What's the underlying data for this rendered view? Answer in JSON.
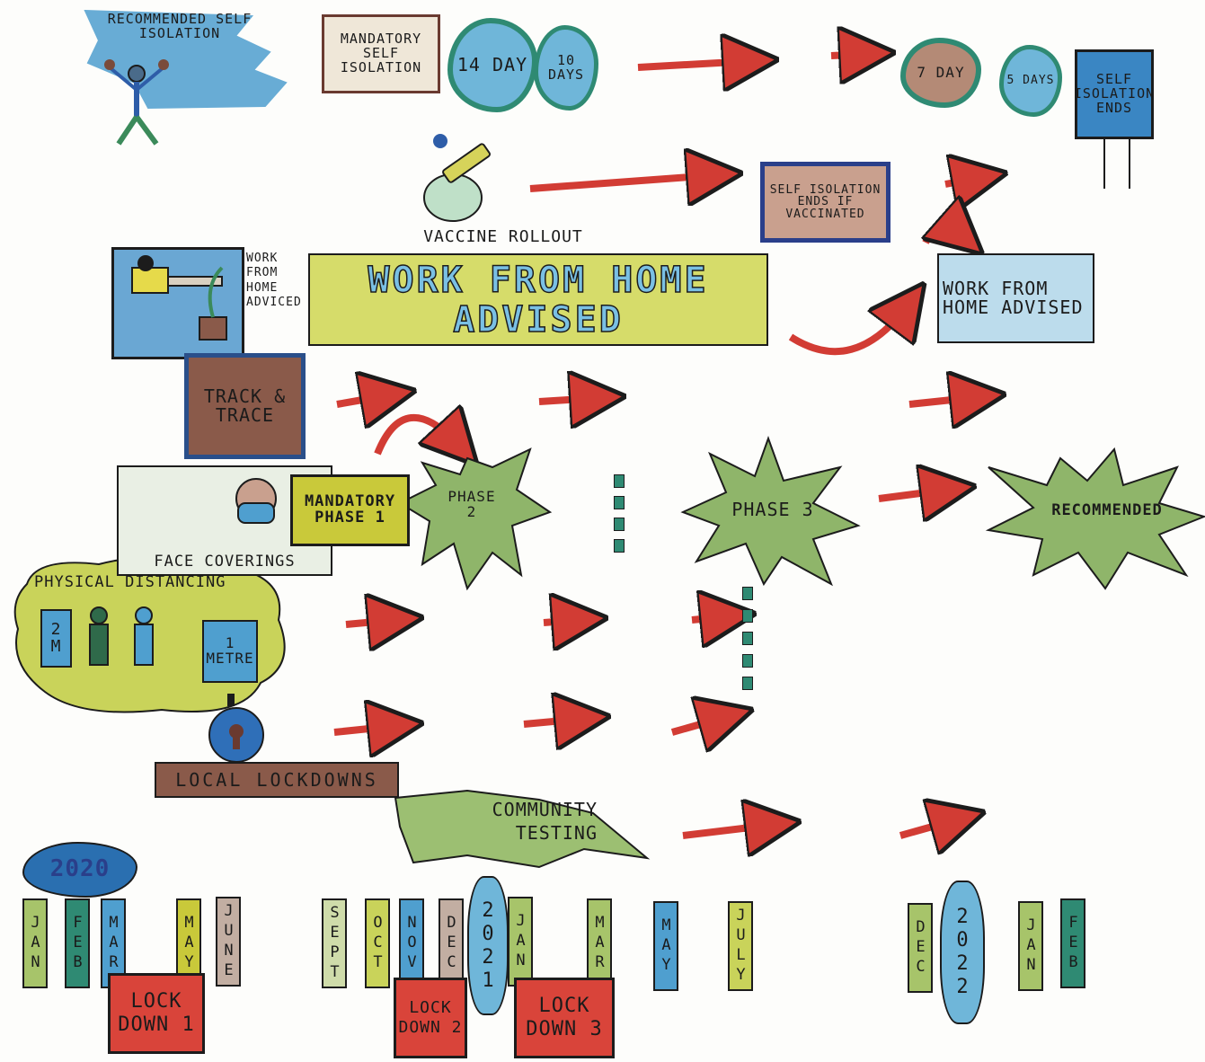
{
  "self_isolation": {
    "recommended": "RECOMMENDED SELF ISOLATION",
    "mandatory": "MANDATORY SELF ISOLATION",
    "day14": "14 DAY",
    "day10": "10 DAYS",
    "day7": "7 DAY",
    "day5": "5 DAYS",
    "ends": "SELF ISOLATION ENDS",
    "ends_if_vaccinated": "SELF ISOLATION ENDS IF VACCINATED"
  },
  "vaccine": {
    "label": "VACCINE ROLLOUT"
  },
  "work_from_home": {
    "small_label": "WORK FROM HOME ADVICED",
    "banner": "WORK FROM HOME ADVISED",
    "later": "WORK FROM HOME ADVISED"
  },
  "track_trace": {
    "label": "TRACK & TRACE"
  },
  "face_coverings": {
    "label": "FACE COVERINGS",
    "mandatory_phase1": "MANDATORY PHASE 1",
    "phase2": "PHASE 2",
    "phase3": "PHASE 3",
    "recommended": "RECOMMENDED"
  },
  "distancing": {
    "label": "PHYSICAL DISTANCING",
    "two_m": "2 M",
    "one_metre": "1 METRE"
  },
  "local_lockdowns": {
    "label": "LOCAL LOCKDOWNS"
  },
  "community_testing": {
    "label": "COMMUNITY TESTING"
  },
  "timeline": {
    "year_2020": "2020",
    "year_2021": "2021",
    "year_2022": "2022",
    "months_2020": [
      "JAN",
      "FEB",
      "MAR",
      "MAY",
      "JUNE",
      "SEPT",
      "OCT",
      "NOV",
      "DEC"
    ],
    "months_2021": [
      "JAN",
      "MAR",
      "MAY",
      "JULY",
      "DEC"
    ],
    "months_2022": [
      "JAN",
      "FEB"
    ],
    "lockdown1": "LOCK DOWN 1",
    "lockdown2": "LOCK DOWN 2",
    "lockdown3": "LOCK DOWN 3"
  },
  "colors": {
    "arrow_red": "#d23c34",
    "blue": "#4f9fcf",
    "green": "#8fb56a",
    "yellow_green": "#c9d35a",
    "brown": "#8a5a4a",
    "dark_green": "#2f8a73",
    "lockdown_red": "#d9443a"
  }
}
